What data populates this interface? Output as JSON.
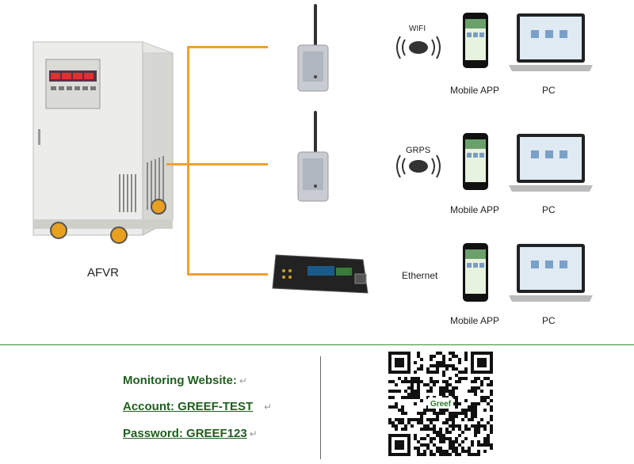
{
  "device": {
    "name": "AFVR"
  },
  "rows": [
    {
      "channel": "WIFI",
      "mobile_label": "Mobile APP",
      "pc_label": "PC"
    },
    {
      "channel": "GRPS",
      "mobile_label": "Mobile APP",
      "pc_label": "PC"
    },
    {
      "channel": "Ethernet",
      "mobile_label": "Mobile APP",
      "pc_label": "PC"
    }
  ],
  "footer": {
    "website_label": "Monitoring Website:",
    "account_label": "Account: GREEF-TEST",
    "password_label": "Password: GREEF123",
    "return_mark": "↵",
    "qr_brand": "Greef"
  },
  "colors": {
    "wire": "#f0a030",
    "green_text": "#1f5f1f",
    "divider": "#3a8a3a"
  }
}
